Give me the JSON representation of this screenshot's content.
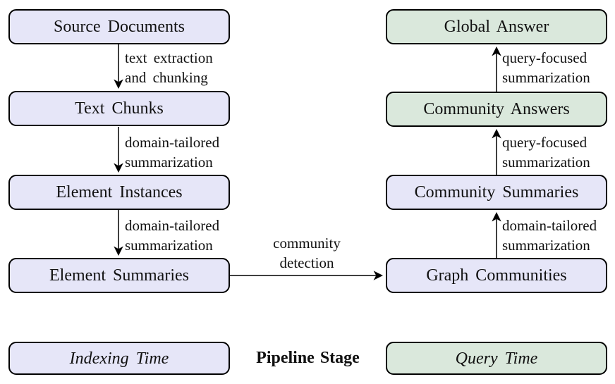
{
  "boxes": {
    "source_documents": "Source Documents",
    "text_chunks": "Text Chunks",
    "element_instances": "Element Instances",
    "element_summaries": "Element Summaries",
    "global_answer": "Global Answer",
    "community_answers": "Community Answers",
    "community_summaries": "Community Summaries",
    "graph_communities": "Graph Communities"
  },
  "edges": {
    "source_to_chunks": "text extraction\nand chunking",
    "chunks_to_instances": "domain-tailored\nsummarization",
    "instances_to_summaries": "domain-tailored\nsummarization",
    "summaries_to_communities": "community\ndetection",
    "communities_to_community_summaries": "domain-tailored\nsummarization",
    "community_summaries_to_answers": "query-focused\nsummarization",
    "answers_to_global": "query-focused\nsummarization"
  },
  "legend": {
    "indexing_time": "Indexing Time",
    "pipeline_stage": "Pipeline Stage",
    "query_time": "Query Time"
  },
  "colors": {
    "indexing_fill": "#e6e6f8",
    "query_fill": "#dae8dc",
    "stroke": "#000000",
    "text": "#111111"
  }
}
